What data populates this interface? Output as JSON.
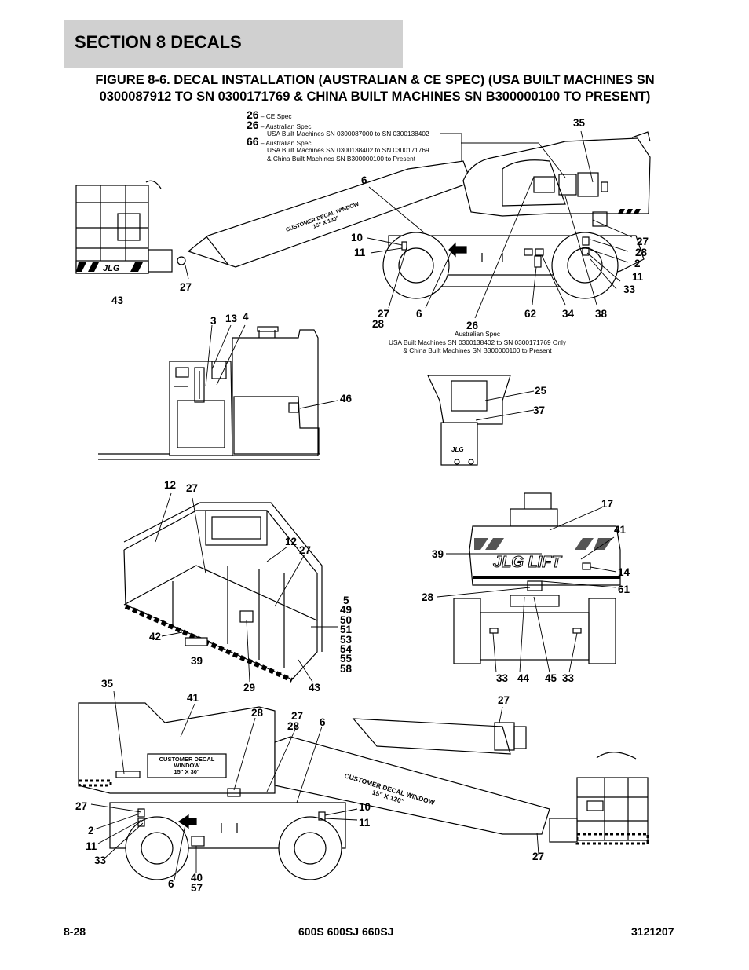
{
  "header": {
    "section": "SECTION 8   DECALS"
  },
  "figure_title": {
    "line1": "FIGURE 8-6. DECAL INSTALLATION (AUSTRALIAN & CE SPEC) (USA BUILT MACHINES SN",
    "line2": "0300087912 TO SN 0300171769 & CHINA BUILT MACHINES SN B300000100 TO PRESENT)"
  },
  "legend": {
    "r1_num": "26",
    "r1_text": "CE Spec",
    "r2_num": "26",
    "r2_text": "Australian Spec",
    "r2_sub": "USA Built Machines SN 0300087000 to SN 0300138402",
    "r3_num": "66",
    "r3_text": "Australian Spec",
    "r3_sub1": "USA Built Machines SN 0300138402 to SN 0300171769",
    "r3_sub2": "& China Built Machines SN B300000100 to Present"
  },
  "note2": {
    "l1": "Australian Spec",
    "l2": "USA Built Machines SN 0300138402 to SN 0300171769 Only",
    "l3": "& China Built Machines SN B300000100 to Present"
  },
  "decal_text": {
    "customer_window": "CUSTOMER DECAL WINDOW",
    "size": "15\" X 130\"",
    "customer_window_small_l1": "CUSTOMER DECAL",
    "customer_window_small_l2": "WINDOW",
    "customer_window_small_l3": "15\" X 30\"",
    "jlg": "JLG",
    "jlg_lift": "JLG LIFT"
  },
  "callouts": [
    {
      "t": "35"
    },
    {
      "t": "6"
    },
    {
      "t": "10"
    },
    {
      "t": "11"
    },
    {
      "t": "27"
    },
    {
      "t": "28"
    },
    {
      "t": "2"
    },
    {
      "t": "11"
    },
    {
      "t": "33"
    },
    {
      "t": "43"
    },
    {
      "t": "27"
    },
    {
      "t": "27"
    },
    {
      "t": "28"
    },
    {
      "t": "6"
    },
    {
      "t": "26"
    },
    {
      "t": "62"
    },
    {
      "t": "34"
    },
    {
      "t": "38"
    },
    {
      "t": "3"
    },
    {
      "t": "13"
    },
    {
      "t": "4"
    },
    {
      "t": "46"
    },
    {
      "t": "25"
    },
    {
      "t": "37"
    },
    {
      "t": "12"
    },
    {
      "t": "27"
    },
    {
      "t": "12"
    },
    {
      "t": "27"
    },
    {
      "t": "5"
    },
    {
      "t": "49"
    },
    {
      "t": "50"
    },
    {
      "t": "51"
    },
    {
      "t": "53"
    },
    {
      "t": "54"
    },
    {
      "t": "55"
    },
    {
      "t": "58"
    },
    {
      "t": "42"
    },
    {
      "t": "39"
    },
    {
      "t": "29"
    },
    {
      "t": "43"
    },
    {
      "t": "17"
    },
    {
      "t": "41"
    },
    {
      "t": "39"
    },
    {
      "t": "14"
    },
    {
      "t": "61"
    },
    {
      "t": "28"
    },
    {
      "t": "33"
    },
    {
      "t": "44"
    },
    {
      "t": "45"
    },
    {
      "t": "33"
    },
    {
      "t": "35"
    },
    {
      "t": "41"
    },
    {
      "t": "28"
    },
    {
      "t": "27"
    },
    {
      "t": "28"
    },
    {
      "t": "6"
    },
    {
      "t": "27"
    },
    {
      "t": "10"
    },
    {
      "t": "11"
    },
    {
      "t": "2"
    },
    {
      "t": "11"
    },
    {
      "t": "33"
    },
    {
      "t": "6"
    },
    {
      "t": "40"
    },
    {
      "t": "57"
    },
    {
      "t": "27"
    },
    {
      "t": "27"
    }
  ],
  "footer": {
    "page": "8-28",
    "models": "600S 600SJ 660SJ",
    "doc": "3121207"
  }
}
